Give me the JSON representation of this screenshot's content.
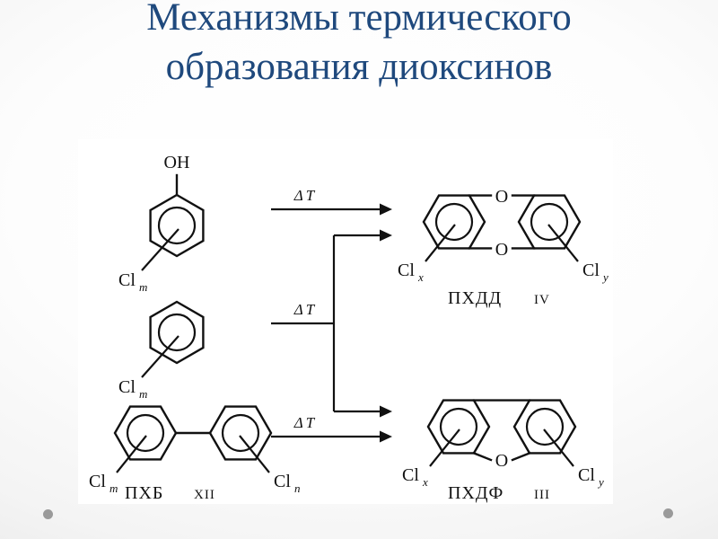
{
  "slide": {
    "title_lines": [
      "Механизмы термического",
      "образования диоксинов"
    ],
    "title_color": "#1F497D",
    "background": "#f2f2f2",
    "panel_background": "#ffffff"
  },
  "scheme": {
    "reactants": [
      {
        "id": "chlorophenol",
        "name": "chlorophenol",
        "top_label": "OH",
        "substituent": "Cl",
        "substituent_subscript": "m",
        "caption": "",
        "caption_numeral": ""
      },
      {
        "id": "chlorobenzene",
        "name": "chlorobenzene",
        "top_label": "",
        "substituent": "Cl",
        "substituent_subscript": "m",
        "caption": "",
        "caption_numeral": ""
      },
      {
        "id": "polychlorinated-biphenyl",
        "name": "polychlorinated biphenyl",
        "substituent_left": "Cl",
        "substituent_left_subscript": "m",
        "substituent_right": "Cl",
        "substituent_right_subscript": "n",
        "caption": "ПХБ",
        "caption_numeral": "XII"
      }
    ],
    "products": [
      {
        "id": "pcdd",
        "name": "polychlorinated dibenzo-p-dioxin",
        "bridge_top": "O",
        "bridge_bottom": "O",
        "substituent_left": "Cl",
        "substituent_left_subscript": "x",
        "substituent_right": "Cl",
        "substituent_right_subscript": "y",
        "caption": "ПХДД",
        "caption_numeral": "IV"
      },
      {
        "id": "pcdf",
        "name": "polychlorinated dibenzofuran",
        "bridge_bottom": "O",
        "substituent_left": "Cl",
        "substituent_left_subscript": "x",
        "substituent_right": "Cl",
        "substituent_right_subscript": "y",
        "caption": "ПХДФ",
        "caption_numeral": "III"
      }
    ],
    "arrows": [
      {
        "id": "arrow-top",
        "label_delta": "Δ",
        "label_symbol": "T"
      },
      {
        "id": "arrow-middle",
        "label_delta": "Δ",
        "label_symbol": "T"
      },
      {
        "id": "arrow-bottom",
        "label_delta": "Δ",
        "label_symbol": "T"
      }
    ]
  }
}
